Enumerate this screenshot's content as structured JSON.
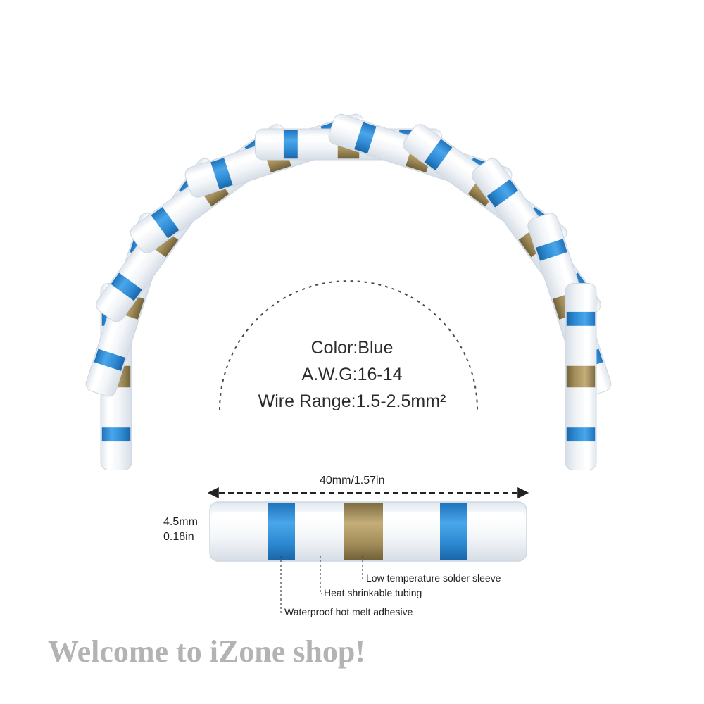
{
  "specs": {
    "color": "Color:Blue",
    "awg": "A.W.G:16-14",
    "wire_range": "Wire  Range:1.5-2.5mm²"
  },
  "dimensions": {
    "length": "40mm/1.57in",
    "diameter_mm": "4.5mm",
    "diameter_in": "0.18in"
  },
  "callouts": {
    "solder": "Low temperature solder sleeve",
    "tubing": "Heat  shrinkable  tubing",
    "adhesive": "Waterproof  hot  melt  adhesive"
  },
  "banner": "Welcome to iZone shop!",
  "colors": {
    "ring": "#2f8fd6",
    "solder": "#a08a58",
    "tube": "#eef2f6"
  }
}
